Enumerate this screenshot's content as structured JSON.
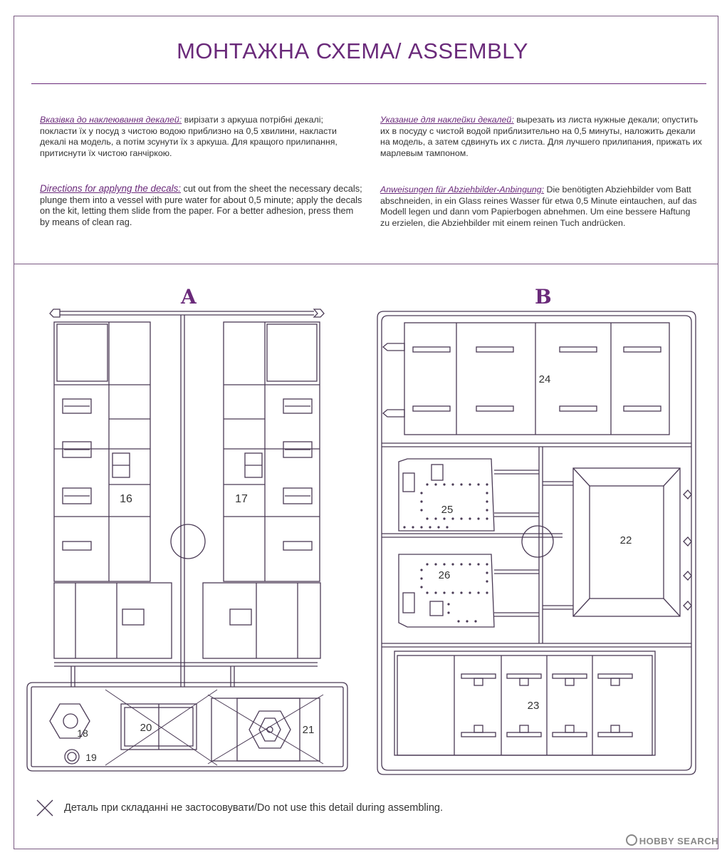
{
  "title": "МОНТАЖНА СХЕМА/ ASSEMBLY",
  "instructions": {
    "uk": {
      "lead": "Вказівка до наклеювання декалей:",
      "body": " вирізати з аркуша потрібні декалі; покласти їх у посуд з чистою водою приблизно на 0,5 хвилини, накласти декалі на модель, а потім зсунути їх з аркуша. Для кращого прилипання, притиснути їх чистою ганчіркою."
    },
    "ru": {
      "lead": "Указание для наклейки декалей:",
      "body": " вырезать из листа нужные декали; опустить их в посуду с чистой водой приблизительно на 0,5 минуты, наложить декали на модель, а затем сдвинуть их с листа. Для лучшего прилипания, прижать их марлевым тампоном."
    },
    "en": {
      "lead": "Directions for applyng the decals:",
      "body": " cut out from the sheet the necessary decals; plunge them into a vessel with pure water for about 0,5 minute; apply the decals on the kit, letting them slide from the paper. For a better adhesion, press them by means of clean rag."
    },
    "de": {
      "lead": "Anweisungen für Abziehbilder-Anbingung:",
      "body": " Die benötigten Abziehbilder vom Batt abschneiden, in ein Glass reines Wasser für etwa 0,5 Minute eintauchen, auf das Modell legen und dann vom Papierbogen abnehmen. Um eine bessere Haftung zu erzielen, die Abziehbilder mit einem reinen Tuch andrücken."
    }
  },
  "sprues": {
    "a": {
      "letter": "A",
      "part_numbers": {
        "p16": "16",
        "p17": "17",
        "p18": "18",
        "p19": "19",
        "p20": "20",
        "p21": "21"
      }
    },
    "b": {
      "letter": "B",
      "part_numbers": {
        "p22": "22",
        "p23": "23",
        "p24": "24",
        "p25": "25",
        "p26": "26"
      }
    }
  },
  "note": "Деталь при складанні не застосовувати/Do not use this detail during assembling.",
  "watermark": "HOBBY SEARCH",
  "colors": {
    "accent": "#6a2a7a",
    "line": "#4a3a55",
    "text": "#333333"
  }
}
